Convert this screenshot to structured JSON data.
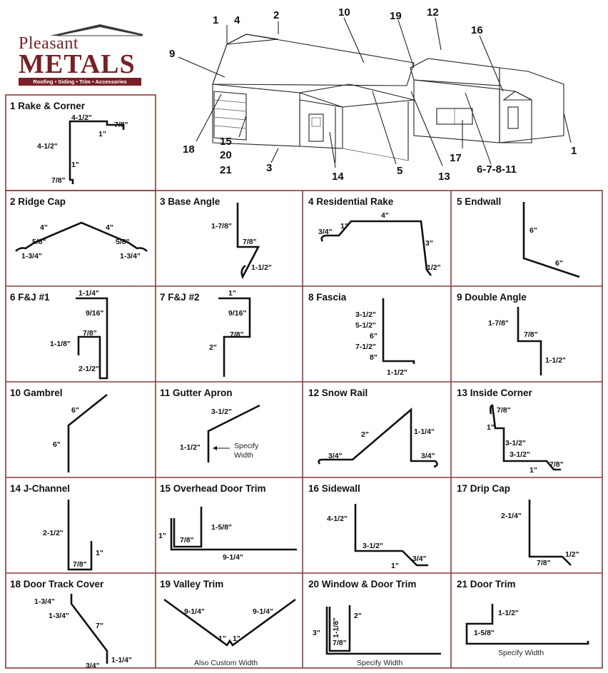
{
  "logo": {
    "line1": "Pleasant",
    "line2": "METALS",
    "tagline": "Roofing • Siding • Trim • Accessories"
  },
  "callouts": [
    {
      "id": "c1a",
      "text": "1"
    },
    {
      "id": "c4",
      "text": "4"
    },
    {
      "id": "c2",
      "text": "2"
    },
    {
      "id": "c10",
      "text": "10"
    },
    {
      "id": "c19",
      "text": "19"
    },
    {
      "id": "c12",
      "text": "12"
    },
    {
      "id": "c16",
      "text": "16"
    },
    {
      "id": "c9",
      "text": "9"
    },
    {
      "id": "c18",
      "text": "18"
    },
    {
      "id": "c15",
      "text": "15"
    },
    {
      "id": "c20",
      "text": "20"
    },
    {
      "id": "c21",
      "text": "21"
    },
    {
      "id": "c3",
      "text": "3"
    },
    {
      "id": "c14",
      "text": "14"
    },
    {
      "id": "c5",
      "text": "5"
    },
    {
      "id": "c13",
      "text": "13"
    },
    {
      "id": "c17",
      "text": "17"
    },
    {
      "id": "c6",
      "text": "6-7-8-11"
    },
    {
      "id": "c1b",
      "text": "1"
    }
  ],
  "panels": [
    {
      "title": "1  Rake & Corner",
      "dims": [
        "4-1/2\"",
        "7/8\"",
        "1\"",
        "4-1/2\"",
        "1\"",
        "7/8\""
      ],
      "notes": []
    },
    {
      "title": "2  Ridge Cap",
      "dims": [
        "4\"",
        "4\"",
        "5/8\"",
        "5/8\"",
        "1-3/4\"",
        "1-3/4\""
      ],
      "notes": []
    },
    {
      "title": "3  Base Angle",
      "dims": [
        "1-7/8\"",
        "7/8\"",
        "1-1/2\""
      ],
      "notes": []
    },
    {
      "title": "4  Residential Rake",
      "dims": [
        "4\"",
        "1\"",
        "3/4\"",
        "3\"",
        "1/2\""
      ],
      "notes": []
    },
    {
      "title": "5  Endwall",
      "dims": [
        "6\"",
        "6\""
      ],
      "notes": []
    },
    {
      "title": "6  F&J #1",
      "dims": [
        "1-1/4\"",
        "9/16\"",
        "7/8\"",
        "1-1/8\"",
        "2-1/2\""
      ],
      "notes": []
    },
    {
      "title": "7  F&J #2",
      "dims": [
        "1\"",
        "9/16\"",
        "7/8\"",
        "2\""
      ],
      "notes": []
    },
    {
      "title": "8  Fascia",
      "dims": [
        "3-1/2\"",
        "5-1/2\"",
        "6\"",
        "7-1/2\"",
        "8\"",
        "1-1/2\""
      ],
      "notes": []
    },
    {
      "title": "9  Double Angle",
      "dims": [
        "1-7/8\"",
        "7/8\"",
        "1-1/2\""
      ],
      "notes": []
    },
    {
      "title": "10  Gambrel",
      "dims": [
        "6\"",
        "6\""
      ],
      "notes": []
    },
    {
      "title": "11  Gutter Apron",
      "dims": [
        "3-1/2\"",
        "1-1/2\""
      ],
      "notes": [
        "Specify",
        "Width"
      ]
    },
    {
      "title": "12  Snow Rail",
      "dims": [
        "2\"",
        "1-1/4\"",
        "3/4\"",
        "3/4\""
      ],
      "notes": []
    },
    {
      "title": "13  Inside Corner",
      "dims": [
        "7/8\"",
        "1\"",
        "3-1/2\"",
        "3-1/2\"",
        "7/8\"",
        "1\""
      ],
      "notes": []
    },
    {
      "title": "14  J-Channel",
      "dims": [
        "2-1/2\"",
        "1\"",
        "7/8\""
      ],
      "notes": []
    },
    {
      "title": "15  Overhead Door Trim",
      "dims": [
        "1-5/8\"",
        "1\"",
        "7/8\"",
        "9-1/4\""
      ],
      "notes": []
    },
    {
      "title": "16  Sidewall",
      "dims": [
        "4-1/2\"",
        "3-1/2\"",
        "3/4\"",
        "1\""
      ],
      "notes": []
    },
    {
      "title": "17  Drip Cap",
      "dims": [
        "2-1/4\"",
        "1/2\"",
        "7/8\""
      ],
      "notes": []
    },
    {
      "title": "18  Door Track Cover",
      "dims": [
        "1-3/4\"",
        "1-3/4\"",
        "7\"",
        "1-1/4\"",
        "3/4\""
      ],
      "notes": []
    },
    {
      "title": "19  Valley Trim",
      "dims": [
        "9-1/4\"",
        "9-1/4\"",
        "1\"",
        "1\""
      ],
      "notes": [
        "Also Custom Width"
      ]
    },
    {
      "title": "20  Window & Door Trim",
      "dims": [
        "1-1/8\"",
        "2\"",
        "3\"",
        "7/8\""
      ],
      "notes": [
        "Specify Width"
      ]
    },
    {
      "title": "21  Door Trim",
      "dims": [
        "1-1/2\"",
        "1-5/8\""
      ],
      "notes": [
        "Specify Width"
      ]
    }
  ],
  "colors": {
    "brand": "#7a1f24",
    "frame": "#8a3a3a",
    "ink": "#111111"
  }
}
